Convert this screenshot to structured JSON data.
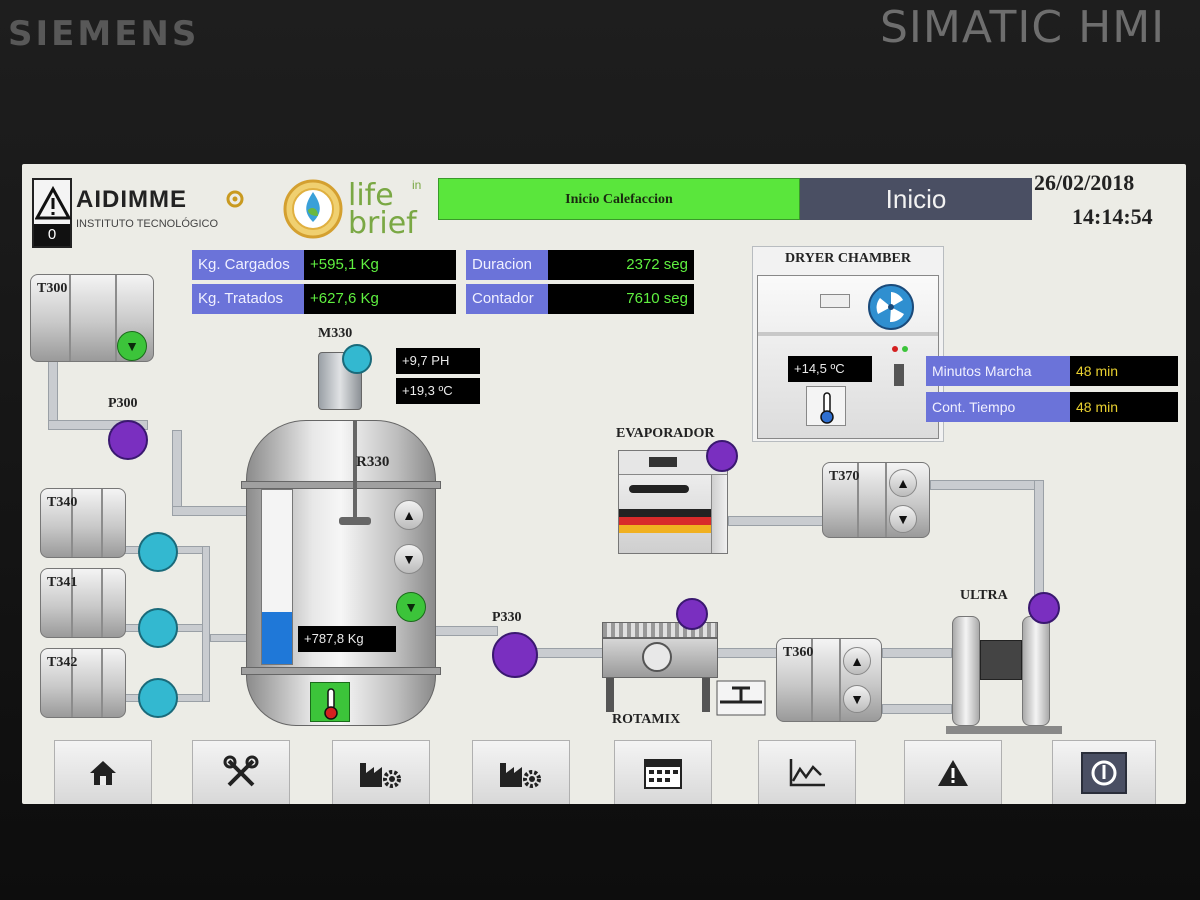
{
  "bezel": {
    "brand_left": "SIEMENS",
    "brand_right": "SIMATIC HMI"
  },
  "header": {
    "alarm_count": "0",
    "logo_name": "AIDIMME",
    "logo_subtitle": "INSTITUTO TECNOLÓGICO",
    "life_logo_top": "life",
    "life_logo_in": "in",
    "life_logo_bottom": "brief",
    "status_banner": "Inicio Calefaccion",
    "screen_title": "Inicio",
    "date": "26/02/2018",
    "time": "14:14:54"
  },
  "counters": {
    "kg_cargados_label": "Kg. Cargados",
    "kg_cargados_value": "+595,1 Kg",
    "kg_tratados_label": "Kg. Tratados",
    "kg_tratados_value": "+627,6 Kg",
    "duracion_label": "Duracion",
    "duracion_value": "2372 seg",
    "contador_label": "Contador",
    "contador_value": "7610 seg"
  },
  "reactor": {
    "motor_tag": "M330",
    "ph_value": "+9,7 PH",
    "temp_value": "+19,3 ºC",
    "tag": "R330",
    "weight_value": "+787,8 Kg",
    "level_fraction": 0.3
  },
  "dryer": {
    "title": "DRYER CHAMBER",
    "temp_value": "+14,5 ºC",
    "minutos_label": "Minutos Marcha",
    "minutos_value": "48 min",
    "cont_label": "Cont. Tiempo",
    "cont_value": "48 min"
  },
  "equipment": {
    "t300": "T300",
    "p300": "P300",
    "t340": "T340",
    "t341": "T341",
    "t342": "T342",
    "p330": "P330",
    "evaporador": "EVAPORADOR",
    "t370": "T370",
    "rotamix": "ROTAMIX",
    "t360": "T360",
    "ultra": "ULTRA"
  },
  "colors": {
    "banner_green": "#5ae63c",
    "title_bar": "#4a4f63",
    "label_blue": "#6b73d9",
    "value_green": "#5ff040",
    "value_yellow": "#e8d030",
    "pump_purple": "#7a2fc0",
    "pump_cyan": "#33b8d0"
  },
  "nav": {
    "items": [
      "home-icon",
      "tools-icon",
      "factory-gear-icon",
      "factory-gear-icon",
      "calendar-icon",
      "trend-icon",
      "warning-icon",
      "power-icon"
    ]
  }
}
